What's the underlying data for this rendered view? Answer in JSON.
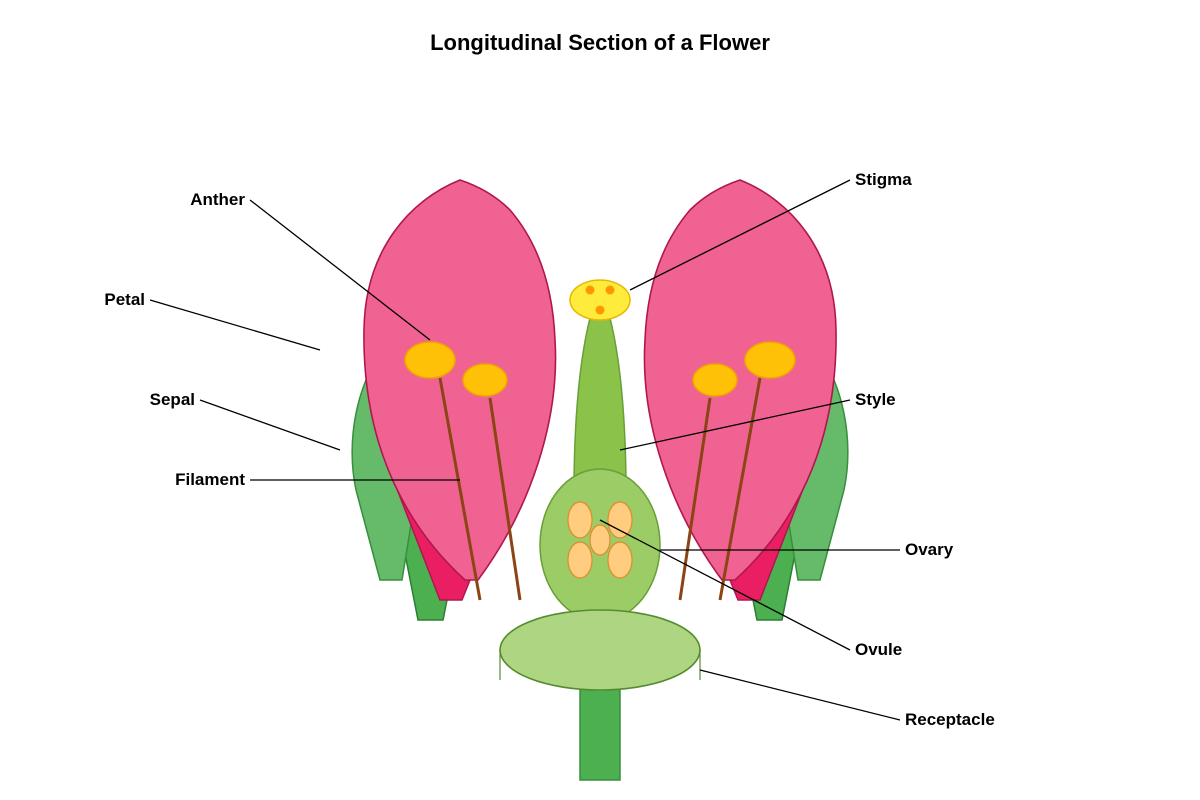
{
  "title": "Longitudinal Section of a Flower",
  "labels": {
    "anther": "Anther",
    "petal": "Petal",
    "sepal": "Sepal",
    "filament": "Filament",
    "stigma": "Stigma",
    "style": "Style",
    "ovary": "Ovary",
    "ovule": "Ovule",
    "receptacle": "Receptacle"
  },
  "colors": {
    "petal": "#f06292",
    "petal_stroke": "#b0174f",
    "petal_inner": "#e91e63",
    "sepal": "#66bb6a",
    "sepal_dark": "#4caf50",
    "sepal_stroke": "#388e3c",
    "anther": "#ffc107",
    "anther_stroke": "#f0a500",
    "filament": "#8b4513",
    "stigma": "#ffeb3b",
    "stigma_dots": "#ff9800",
    "style": "#8bc34a",
    "ovary": "#9ccc65",
    "ovule": "#ffcc80",
    "ovule_stroke": "#e08a2a",
    "receptacle": "#aed581",
    "stem": "#4caf50"
  }
}
